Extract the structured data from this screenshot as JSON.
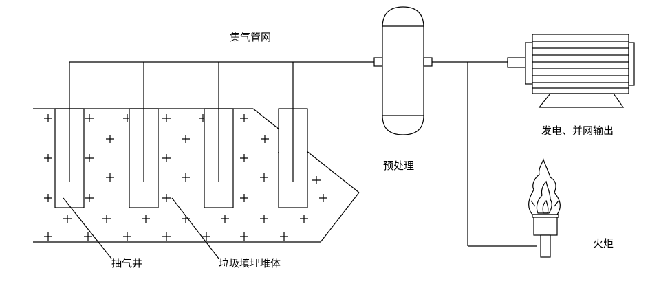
{
  "labels": {
    "gas_network": "集气管网",
    "pretreatment": "预处理",
    "power_output": "发电、并网输出",
    "torch": "火炬",
    "extraction_well": "抽气井",
    "landfill_body": "垃圾填埋堆体"
  },
  "colors": {
    "line": "#000000",
    "background": "#ffffff"
  },
  "icons": [
    "tank-icon",
    "motor-icon",
    "flame-icon"
  ]
}
